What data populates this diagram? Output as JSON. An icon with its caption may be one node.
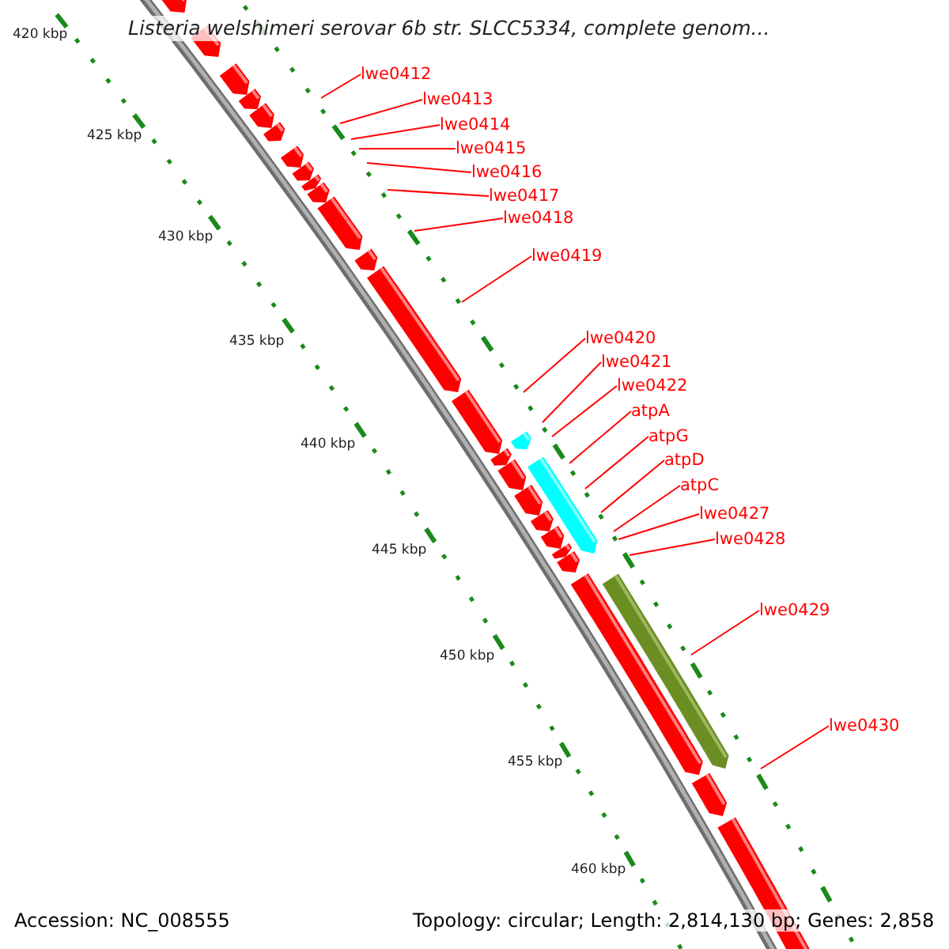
{
  "diagram": {
    "title": "Listeria welshimeri serovar 6b str. SLCC5334, complete genom...",
    "nodes": [
      {
        "text": [
          "lwe0412"
        ]
      },
      {
        "text": [
          "lwe0413"
        ]
      },
      {
        "text": [
          "lwe0414"
        ]
      },
      {
        "text": [
          "lwe0415"
        ]
      },
      {
        "text": [
          "lwe0416"
        ]
      },
      {
        "text": [
          "lwe0417"
        ]
      },
      {
        "text": [
          "lwe0418"
        ]
      },
      {
        "text": [
          "lwe0419"
        ]
      },
      {
        "text": [
          "lwe0420"
        ]
      },
      {
        "text": [
          "lwe0421"
        ]
      },
      {
        "text": [
          "lwe0422"
        ]
      },
      {
        "text": [
          "atpA"
        ]
      },
      {
        "text": [
          "atpG"
        ]
      },
      {
        "text": [
          "atpD"
        ]
      },
      {
        "text": [
          "atpC"
        ]
      },
      {
        "text": [
          "lwe0427"
        ]
      },
      {
        "text": [
          "lwe0428"
        ]
      },
      {
        "text": [
          "lwe0429"
        ]
      },
      {
        "text": [
          "lwe0430"
        ]
      }
    ],
    "edges": [
      {
        "from": 0,
        "to": null,
        "arrow": "none"
      },
      {
        "from": 1,
        "to": null,
        "arrow": "none"
      },
      {
        "from": 2,
        "to": null,
        "arrow": "none"
      },
      {
        "from": 3,
        "to": null,
        "arrow": "none"
      },
      {
        "from": 4,
        "to": null,
        "arrow": "none"
      },
      {
        "from": 5,
        "to": null,
        "arrow": "none"
      },
      {
        "from": 6,
        "to": null,
        "arrow": "none"
      },
      {
        "from": 7,
        "to": null,
        "arrow": "none"
      },
      {
        "from": 8,
        "to": null,
        "arrow": "none"
      },
      {
        "from": 9,
        "to": null,
        "arrow": "none"
      },
      {
        "from": 10,
        "to": null,
        "arrow": "none"
      },
      {
        "from": 11,
        "to": null,
        "arrow": "none"
      },
      {
        "from": 12,
        "to": null,
        "arrow": "none"
      },
      {
        "from": 13,
        "to": null,
        "arrow": "none"
      },
      {
        "from": 14,
        "to": null,
        "arrow": "none"
      },
      {
        "from": 15,
        "to": null,
        "arrow": "none"
      },
      {
        "from": 16,
        "to": null,
        "arrow": "none"
      },
      {
        "from": 17,
        "to": null,
        "arrow": "none"
      },
      {
        "from": 18,
        "to": null,
        "arrow": "none"
      }
    ],
    "labels": [
      "420 kbp",
      "425 kbp",
      "430 kbp",
      "435 kbp",
      "440 kbp",
      "445 kbp",
      "450 kbp",
      "455 kbp",
      "460 kbp",
      "Accession: NC_008555",
      "Topology: circular; Length: 2,814,130 bp; Genes: 2,858"
    ]
  }
}
